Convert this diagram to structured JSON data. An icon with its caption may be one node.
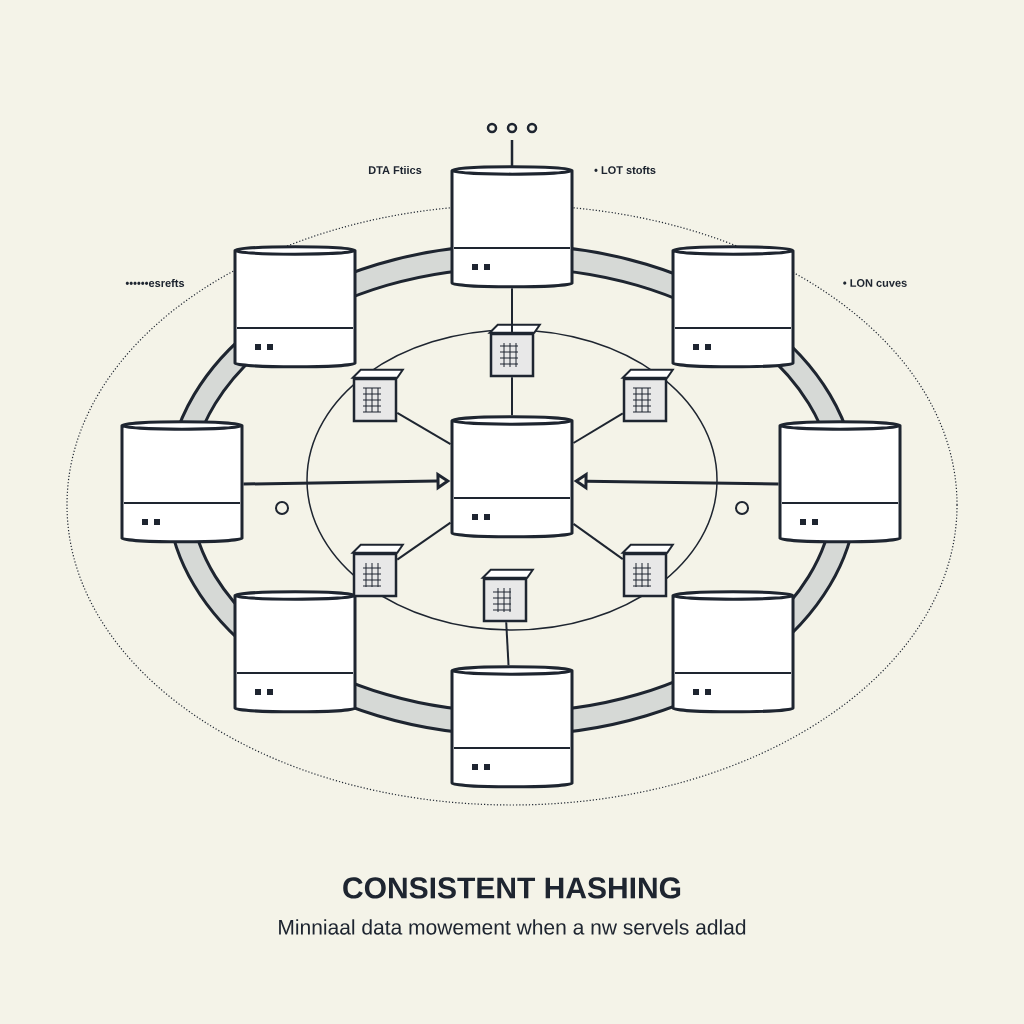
{
  "diagram": {
    "title": "CONSISTENT HASHING",
    "caption": "Minniaal data mowement when a nw servels adlad",
    "nodes": [
      {
        "text": [],
        "shape": "cylinder"
      },
      {
        "text": [],
        "shape": "cylinder"
      },
      {
        "text": [],
        "shape": "cylinder"
      },
      {
        "text": [],
        "shape": "cylinder"
      },
      {
        "text": [],
        "shape": "cylinder"
      },
      {
        "text": [],
        "shape": "cylinder"
      },
      {
        "text": [],
        "shape": "cylinder"
      },
      {
        "text": [],
        "shape": "cylinder"
      },
      {
        "text": [],
        "shape": "cylinder"
      },
      {
        "text": [],
        "shape": "box"
      },
      {
        "text": [],
        "shape": "box"
      },
      {
        "text": [],
        "shape": "box"
      },
      {
        "text": [],
        "shape": "box"
      },
      {
        "text": [],
        "shape": "box"
      },
      {
        "text": [],
        "shape": "box"
      }
    ],
    "edges": [
      {
        "from": 0,
        "to": 9,
        "arrow": "none"
      },
      {
        "from": 9,
        "to": 4,
        "arrow": "none"
      },
      {
        "from": 10,
        "to": 4,
        "arrow": "none"
      },
      {
        "from": 11,
        "to": 4,
        "arrow": "none"
      },
      {
        "from": 12,
        "to": 4,
        "arrow": "none"
      },
      {
        "from": 14,
        "to": 4,
        "arrow": "none"
      },
      {
        "from": 13,
        "to": 8,
        "arrow": "none"
      },
      {
        "from": 3,
        "to": 4,
        "arrow": "to"
      },
      {
        "from": 5,
        "to": 4,
        "arrow": "to"
      }
    ],
    "labels": [
      "DTA Ftiics",
      "• LOT stofts",
      "••••••esrefts",
      "• LON cuves"
    ]
  }
}
